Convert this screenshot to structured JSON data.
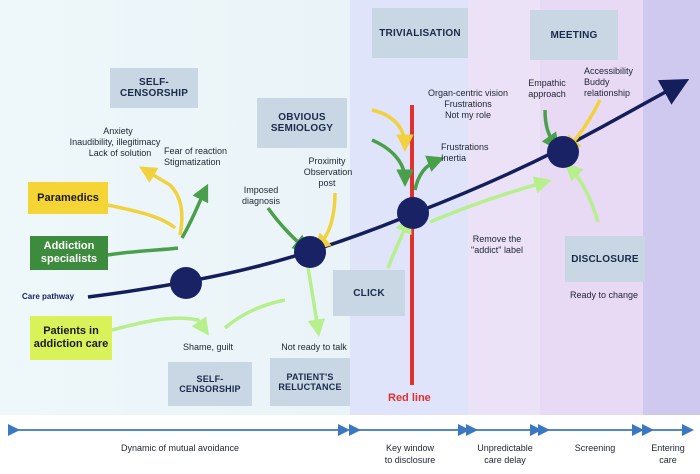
{
  "colors": {
    "pathway": "#141e5a",
    "red_line": "#e03030",
    "yellow_box": "#f5d435",
    "green_box": "#3d8b3d",
    "lightgreen_box": "#d9f25a",
    "stage_box": "#c9d6e4",
    "arrow_green": "#4aa04a",
    "arrow_lightgreen": "#b6ef8c",
    "arrow_yellow": "#f2d13f"
  },
  "actors": {
    "paramedics": "Paramedics",
    "addiction_specialists": "Addiction specialists",
    "patients": "Patients in addiction care"
  },
  "pathway_label": "Care pathway",
  "boxes": {
    "self_censorship_top": "SELF-CENSORSHIP",
    "obvious_semiology": "OBVIOUS SEMIOLOGY",
    "trivialisation": "TRIVIALISATION",
    "meeting": "MEETING",
    "click": "CLICK",
    "disclosure": "DISCLOSURE",
    "self_censorship_bottom": "SELF-CENSORSHIP",
    "patients_reluctance": "PATIENT'S RELUCTANCE"
  },
  "labels": {
    "anxiety": "Anxiety",
    "inaudibility": "Inaudibility, illegitimacy",
    "lack_solution": "Lack of solution",
    "fear_reaction": "Fear of reaction",
    "stigmatization": "Stigmatization",
    "proximity": "Proximity",
    "observation": "Observation",
    "post": "post",
    "imposed": "Imposed",
    "diagnosis": "diagnosis",
    "organ_centric": "Organ-centric vision",
    "frustrations_a": "Frustrations",
    "not_my_role": "Not my role",
    "frustrations_b": "Frustrations",
    "inertia": "Inertia",
    "empathic": "Empathic",
    "approach": "approach",
    "accessibility": "Accessibility",
    "buddy": "Buddy",
    "relationship": "relationship",
    "remove_the": "Remove the",
    "addict_label": "\"addict\" label",
    "ready_to_change": "Ready to change",
    "shame_guilt": "Shame, guilt",
    "not_ready": "Not ready to talk",
    "red_line": "Red line"
  },
  "timeline": {
    "dynamic": "Dynamic of mutual avoidance",
    "key_window_1": "Key window",
    "key_window_2": "to disclosure",
    "unpredictable_1": "Unpredictable",
    "unpredictable_2": "care delay",
    "screening": "Screening",
    "entering_1": "Entering",
    "entering_2": "care"
  }
}
